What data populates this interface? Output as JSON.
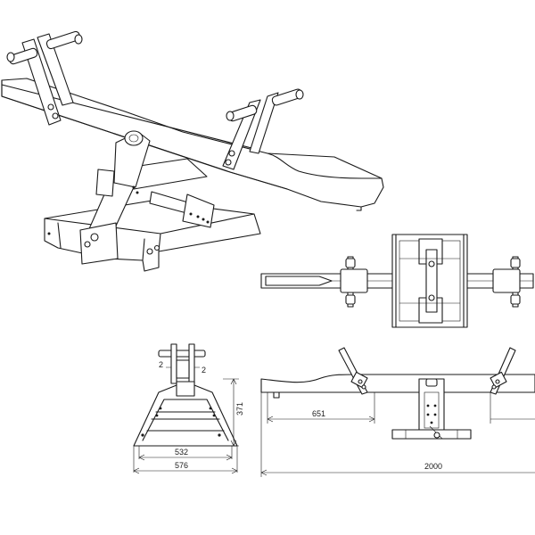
{
  "drawing": {
    "dimensions": {
      "gap_left": "2",
      "gap_right": "2",
      "base_height": "371",
      "base_inner_width": "532",
      "base_outer_width": "576",
      "seat_offset": "651",
      "total_length": "2000"
    }
  }
}
